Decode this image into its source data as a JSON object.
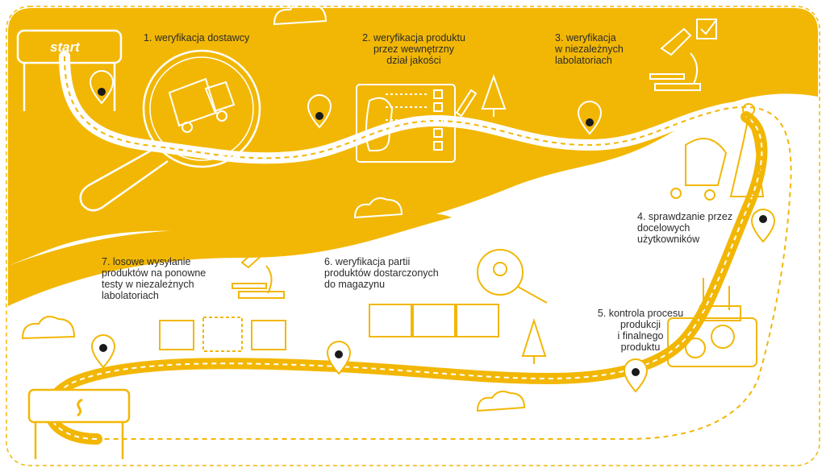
{
  "start_label": "start",
  "steps": [
    {
      "number": "1.",
      "text": "1. weryfikacja dostawcy"
    },
    {
      "number": "2.",
      "text": "2. weryfikacja produktu\nprzez wewnętrzny\ndział jakości"
    },
    {
      "number": "3.",
      "text": "3. weryfikacja\nw niezależnych\nlabolatoriach"
    },
    {
      "number": "4.",
      "text": "4. sprawdzanie przez\ndocelowych\nużytkowników"
    },
    {
      "number": "5.",
      "text": "5. kontrola procesu\nprodukcji\ni finalnego\nproduktu"
    },
    {
      "number": "6.",
      "text": "6. weryfikacja partii\nproduktów dostarczonych\ndo magazynu"
    },
    {
      "number": "7.",
      "text": "7. losowe wysyłanie\nproduktów na ponowne\ntesty w niezależnych\nlabolatoriach"
    }
  ],
  "colors": {
    "yellow": "#f2b705",
    "road": "#f2b705",
    "outline": "#ffffff",
    "text": "#2b2b2b",
    "pin": "#1a1a1a"
  },
  "icons": [
    "truck-icon",
    "magnifier-icon",
    "checklist-icon",
    "car-seat-icon",
    "pencil-icon",
    "microscope-icon",
    "checkbox-icon",
    "stroller-icon",
    "mother-icon",
    "factory-icon",
    "gears-icon",
    "teddy-bear-icon",
    "boxes-icon",
    "tree-icon",
    "cloud-icon",
    "map-pin-icon",
    "logo-icon"
  ]
}
